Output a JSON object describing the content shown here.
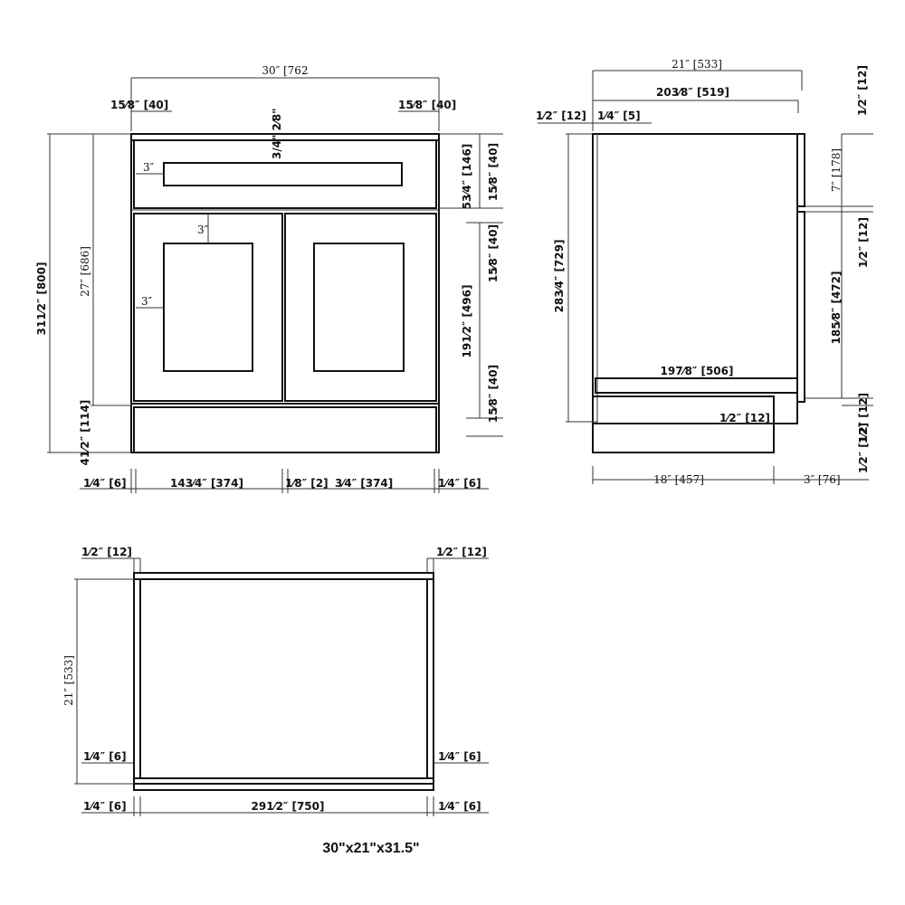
{
  "caption": "30\"x21\"x31.5\"",
  "front_view": {
    "overall_width": "30″ [762",
    "stile_left": "15⁄8″ [40]",
    "stile_right": "15⁄8″ [40]",
    "drawer_reveal": "3″",
    "drawer_rail": "3/4\" 2⁄8\"",
    "door_rail_top": "3″",
    "door_stile": "3″",
    "total_height": "311⁄2″ [800]",
    "box_height": "27″ [686]",
    "toe_height": "41⁄2″ [114]",
    "right_drawer_height": "53⁄4″ [146]",
    "right_top_gap": "15⁄8″ [40]",
    "right_mid_gap": "15⁄8″ [40]",
    "right_door_height": "191⁄2″ [496]",
    "right_bottom_gap": "15⁄8″ [40]",
    "bottom_left_edge": "1⁄4″ [6]",
    "bottom_left_door": "143⁄4″ [374]",
    "bottom_center": "1⁄8″ [2]",
    "bottom_right_door": "3⁄4″ [374]",
    "bottom_right_edge": "1⁄4″ [6]"
  },
  "side_view": {
    "overall_depth": "21″ [533]",
    "box_depth": "203⁄8″ [519]",
    "back_offset": "1⁄2″ [12]",
    "back_panel": "1⁄4″ [5]",
    "height": "283⁄4″ [729]",
    "shelf_depth": "197⁄8″ [506]",
    "toe_recess": "1⁄2″ [12]",
    "base_depth": "18″ [457]",
    "toe_kick": "3″ [76]",
    "right_top": "1⁄2″ [12]",
    "right_drawer": "7″ [178]",
    "right_mid": "1⁄2″ [12]",
    "right_door": "185⁄8″ [472]",
    "right_bottom": "1⁄2″ [12]",
    "right_base": "1⁄2″ [12]"
  },
  "top_view": {
    "left_top": "1⁄2″ [12]",
    "right_top": "1⁄2″ [12]",
    "depth": "21″ [533]",
    "left_side": "1⁄4″ [6]",
    "right_side": "1⁄4″ [6]",
    "bottom_left": "1⁄4″ [6]",
    "bottom_width": "291⁄2″ [750]",
    "bottom_right": "1⁄4″ [6]"
  }
}
